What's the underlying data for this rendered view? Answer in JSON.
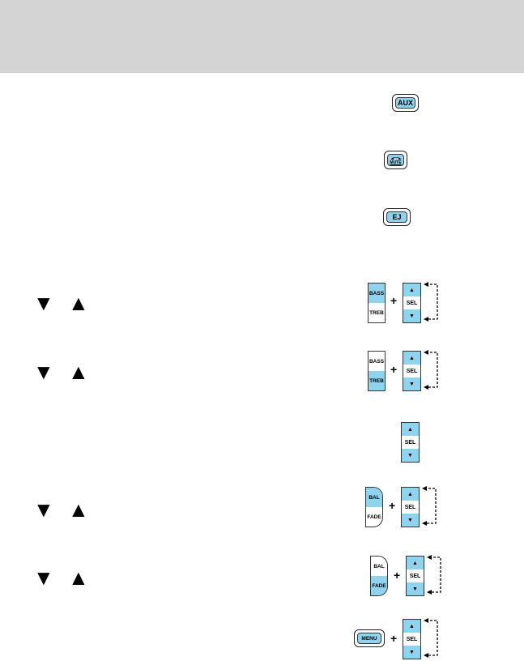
{
  "buttons": {
    "aux": "AUX",
    "mute": "MUTE",
    "eject": "EJ",
    "bass": "BASS",
    "treb": "TREB",
    "sel": "SEL",
    "bal": "BAL",
    "fade": "FADE",
    "menu": "MENU",
    "plus": "+",
    "up": "▲",
    "down": "▼"
  },
  "arrows": {
    "down": "▼",
    "up": "▲"
  },
  "colors": {
    "header": "#d4d4d4",
    "button_blue": "#8fd3ef"
  }
}
